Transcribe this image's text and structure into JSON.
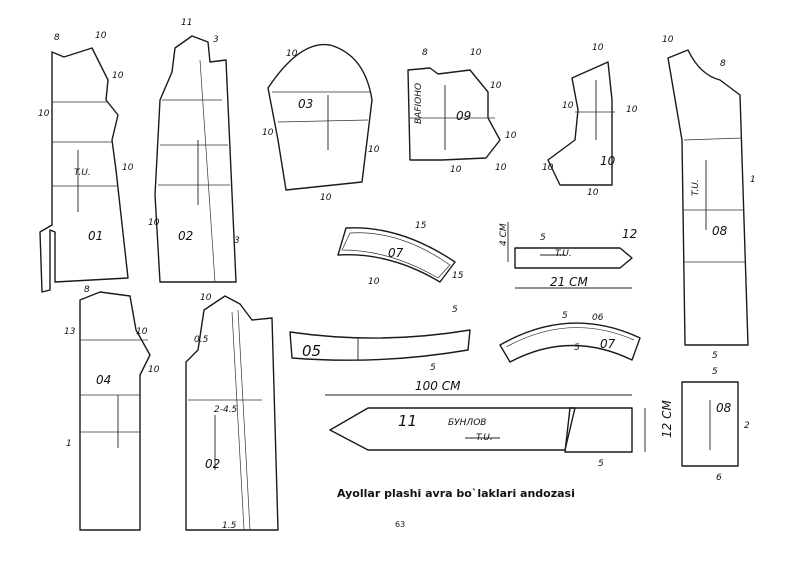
{
  "caption": "Ayollar plashi avra bo`laklari andozasi",
  "page_number": "63",
  "pieces": {
    "p01": {
      "id": "01",
      "labels": [
        "8",
        "10",
        "10",
        "10",
        "10"
      ]
    },
    "p02": {
      "id": "02",
      "labels": [
        "11",
        "3",
        "10",
        "3"
      ]
    },
    "p03": {
      "id": "03",
      "labels": [
        "10",
        "10",
        "10",
        "10"
      ]
    },
    "p09": {
      "id": "09",
      "labels": [
        "8",
        "10",
        "10",
        "10",
        "10",
        "10"
      ],
      "side_text": "BAFIOHO"
    },
    "p10": {
      "id": "10",
      "labels": [
        "10",
        "10",
        "10",
        "10",
        "10"
      ]
    },
    "p08a": {
      "id": "08",
      "labels": [
        "10",
        "8",
        "1",
        "5"
      ]
    },
    "p07a": {
      "id": "07",
      "labels": [
        "15",
        "15",
        "10"
      ]
    },
    "p12": {
      "id": "12",
      "dim_height": "4 CM",
      "dim_width": "21 CM",
      "labels": [
        "5"
      ]
    },
    "p05": {
      "id": "05",
      "labels": [
        "5",
        "5"
      ]
    },
    "p06": {
      "id": "07",
      "labels": [
        "5",
        "06",
        "5"
      ]
    },
    "p04": {
      "id": "04",
      "labels": [
        "8",
        "13",
        "10",
        "10",
        "1"
      ]
    },
    "p02b": {
      "id": "02",
      "labels": [
        "10",
        "0.5",
        "2-4.5",
        "1.5"
      ]
    },
    "p11": {
      "id": "11",
      "dim_width": "100 CM",
      "dim_height": "12 CM",
      "text": "БУНЛОВ",
      "labels": [
        "5"
      ]
    },
    "p08b": {
      "id": "08",
      "labels": [
        "5",
        "2",
        "6"
      ]
    }
  },
  "grain_mark": "T.U."
}
